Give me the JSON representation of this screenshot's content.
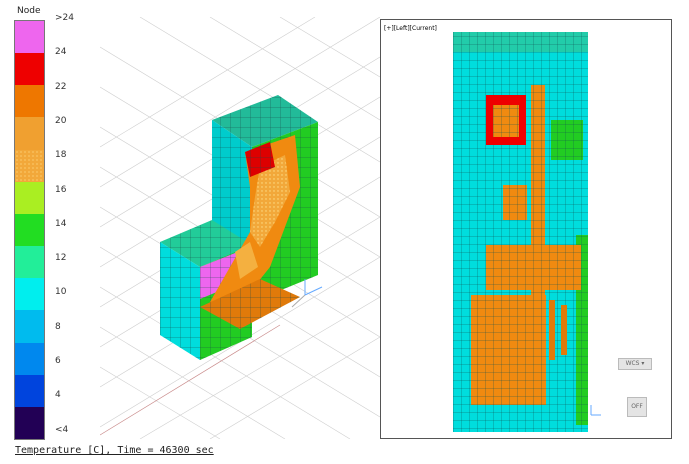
{
  "legend": {
    "title": "Node",
    "ticks": [
      ">24",
      "24",
      "22",
      "20",
      "18",
      "16",
      "14",
      "12",
      "10",
      "8",
      "6",
      "4",
      "<4"
    ],
    "colors": [
      "#ee66ee",
      "#ee0000",
      "#ee7700",
      "#f0a030",
      "#ffff00",
      "#aaee22",
      "#22dd22",
      "#22ee99",
      "#00eeee",
      "#00bbee",
      "#0088ee",
      "#0044dd",
      "#220055"
    ]
  },
  "viewport_left": {
    "label": "[+][Left][Current]",
    "btn_a": "WCS ▾",
    "btn_b": "OFF"
  },
  "caption": "Temperature [C], Time = 46300 sec"
}
